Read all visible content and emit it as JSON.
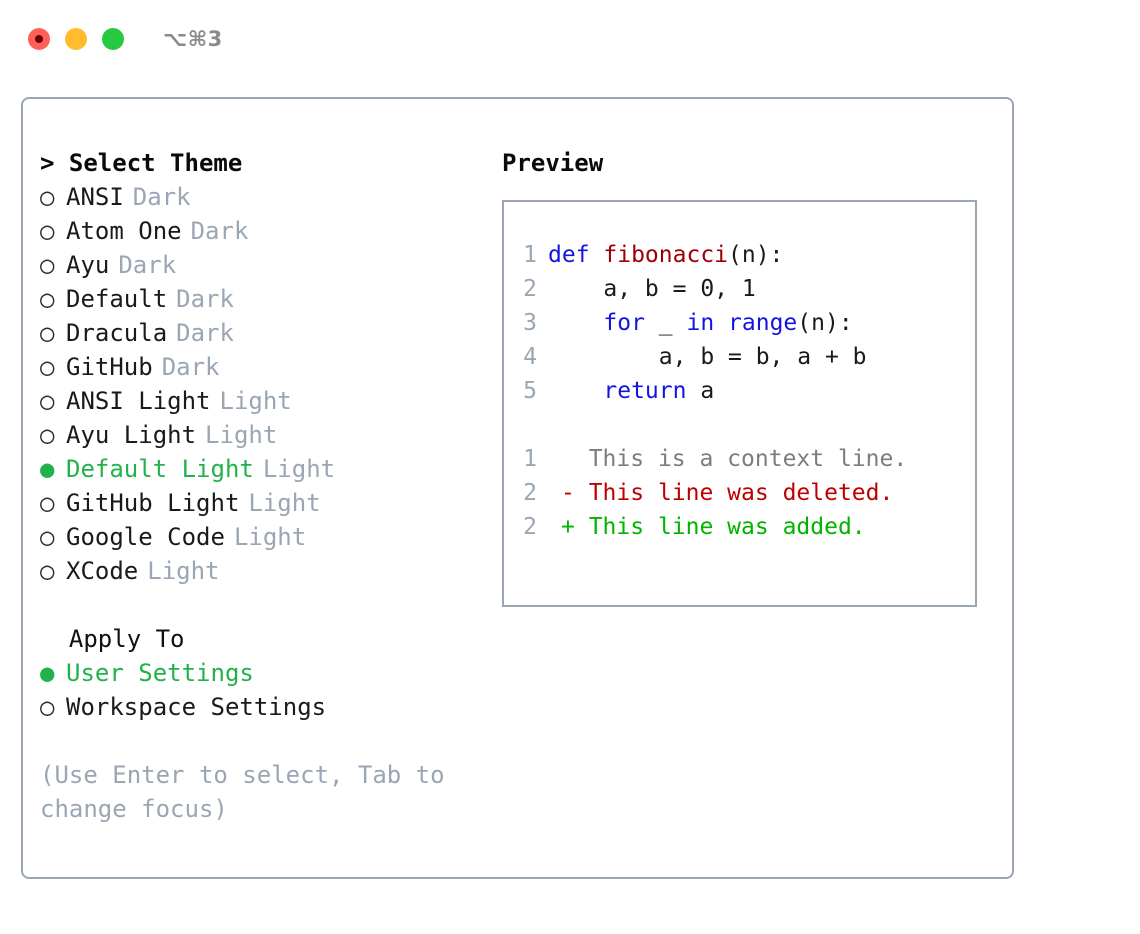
{
  "titlebar": {
    "shortcut": "⌥⌘3",
    "buttons": [
      {
        "name": "close",
        "color": "#ff6159"
      },
      {
        "name": "minimize",
        "color": "#ffbd2e"
      },
      {
        "name": "maximize",
        "color": "#26c940"
      }
    ]
  },
  "theme_picker": {
    "header": "> Select Theme",
    "selected_color": "#22b24c",
    "muted_color": "#9aa6b4",
    "bullet_selected": "●",
    "bullet_unselected": "○",
    "items": [
      {
        "label": "ANSI",
        "tag": "Dark",
        "selected": false
      },
      {
        "label": "Atom One",
        "tag": "Dark",
        "selected": false
      },
      {
        "label": "Ayu",
        "tag": "Dark",
        "selected": false
      },
      {
        "label": "Default",
        "tag": "Dark",
        "selected": false
      },
      {
        "label": "Dracula",
        "tag": "Dark",
        "selected": false
      },
      {
        "label": "GitHub",
        "tag": "Dark",
        "selected": false
      },
      {
        "label": "ANSI Light",
        "tag": "Light",
        "selected": false
      },
      {
        "label": "Ayu Light",
        "tag": "Light",
        "selected": false
      },
      {
        "label": "Default Light",
        "tag": "Light",
        "selected": true
      },
      {
        "label": "GitHub Light",
        "tag": "Light",
        "selected": false
      },
      {
        "label": "Google Code",
        "tag": "Light",
        "selected": false
      },
      {
        "label": "XCode",
        "tag": "Light",
        "selected": false
      }
    ]
  },
  "apply_to": {
    "header": "  Apply To",
    "items": [
      {
        "label": "User Settings",
        "selected": true
      },
      {
        "label": "Workspace Settings",
        "selected": false
      }
    ]
  },
  "hint": "(Use Enter to select, Tab to change focus)",
  "preview": {
    "title": "Preview",
    "code_lines": [
      {
        "no": "1",
        "tokens": [
          {
            "t": "def ",
            "k": "kw"
          },
          {
            "t": "fibonacci",
            "k": "fn"
          },
          {
            "t": "(n):",
            "k": "plain"
          }
        ]
      },
      {
        "no": "2",
        "tokens": [
          {
            "t": "    a, b = 0, 1",
            "k": "plain"
          }
        ]
      },
      {
        "no": "3",
        "tokens": [
          {
            "t": "    ",
            "k": "plain"
          },
          {
            "t": "for",
            "k": "kw"
          },
          {
            "t": " _ ",
            "k": "plain"
          },
          {
            "t": "in",
            "k": "kw"
          },
          {
            "t": " ",
            "k": "plain"
          },
          {
            "t": "range",
            "k": "kw"
          },
          {
            "t": "(n):",
            "k": "plain"
          }
        ]
      },
      {
        "no": "4",
        "tokens": [
          {
            "t": "        a, b = b, a + b",
            "k": "plain"
          }
        ]
      },
      {
        "no": "5",
        "tokens": [
          {
            "t": "    ",
            "k": "plain"
          },
          {
            "t": "return",
            "k": "kw"
          },
          {
            "t": " a",
            "k": "plain"
          }
        ]
      }
    ],
    "diff_lines": [
      {
        "no": "1",
        "marker": " ",
        "text": " This is a context line.",
        "kind": "ctx"
      },
      {
        "no": "2",
        "marker": "-",
        "text": " This line was deleted.",
        "kind": "del"
      },
      {
        "no": "2",
        "marker": "+",
        "text": " This line was added.",
        "kind": "add"
      }
    ],
    "colors": {
      "keyword": "#1414e0",
      "function": "#9c0007",
      "lineno": "#9aa6b4",
      "diff_context": "#7d7d7d",
      "diff_deleted": "#c00000",
      "diff_added": "#00b400"
    }
  }
}
